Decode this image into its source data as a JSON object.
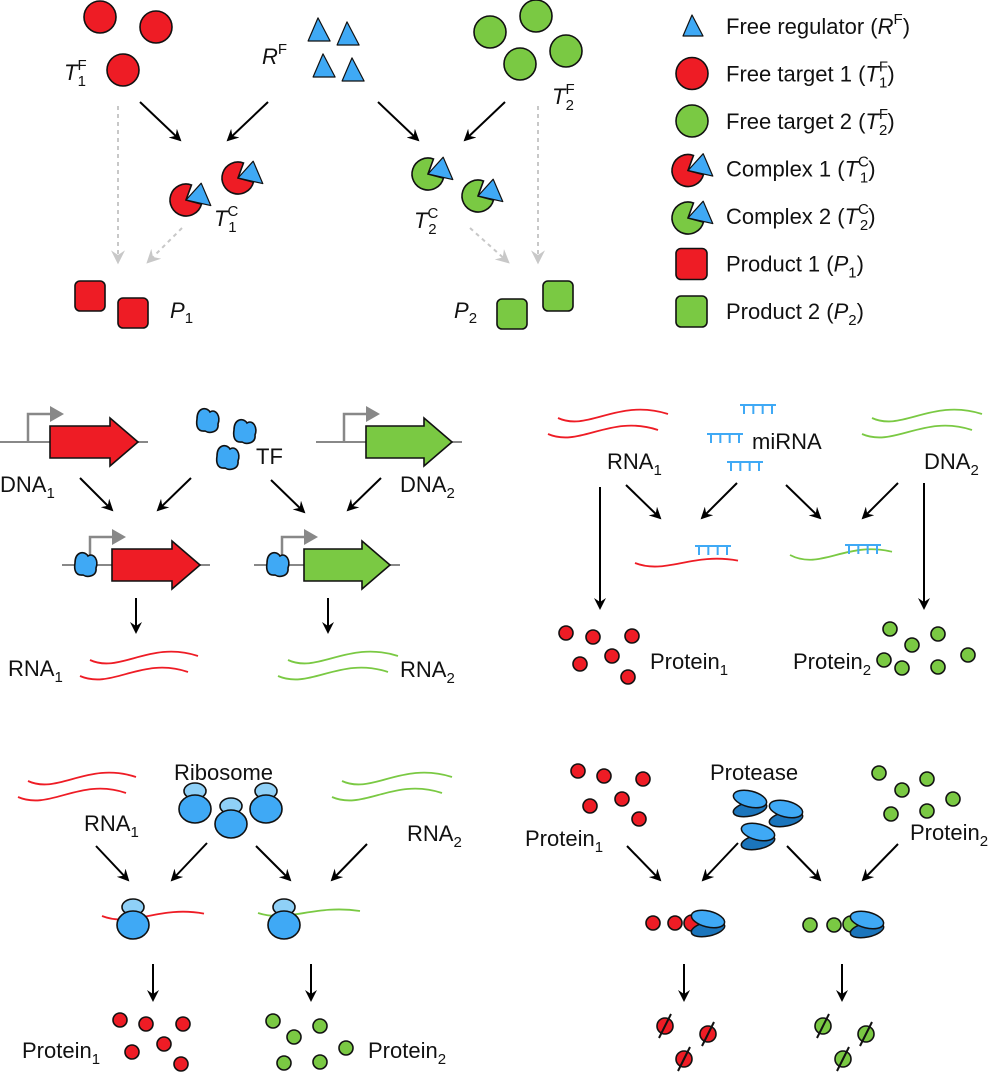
{
  "colors": {
    "red": "#ee1c25",
    "green": "#7ac943",
    "blue": "#3fa9f5",
    "blue_light": "#8fd0f7",
    "blue_dark": "#1b75bc",
    "gray": "#888888",
    "dashed_gray": "#c8c8c8",
    "outline": "#111111"
  },
  "panel_a": {
    "labels": {
      "t1f": {
        "base": "T",
        "sub": "1",
        "sup": "F"
      },
      "t2f": {
        "base": "T",
        "sub": "2",
        "sup": "F"
      },
      "rf": {
        "base": "R",
        "sup": "F"
      },
      "t1c": {
        "base": "T",
        "sub": "1",
        "sup": "C"
      },
      "t2c": {
        "base": "T",
        "sub": "2",
        "sup": "C"
      },
      "p1": {
        "base": "P",
        "sub": "1"
      },
      "p2": {
        "base": "P",
        "sub": "2"
      }
    },
    "counts": {
      "free_target_1": 3,
      "free_target_2": 4,
      "free_regulator": 4,
      "complex_1": 2,
      "complex_2": 2,
      "product_1": 2,
      "product_2": 2
    },
    "legend": [
      {
        "icon": "triangle-regulator-icon",
        "text": "Free regulator (",
        "sym": "R",
        "sup": "F",
        "sub": "",
        "close": ")"
      },
      {
        "icon": "red-circle-icon",
        "text": "Free target 1 (",
        "sym": "T",
        "sup": "F",
        "sub": "1",
        "close": ")"
      },
      {
        "icon": "green-circle-icon",
        "text": "Free target 2 (",
        "sym": "T",
        "sup": "F",
        "sub": "2",
        "close": ")"
      },
      {
        "icon": "red-complex-icon",
        "text": "Complex 1 (",
        "sym": "T",
        "sup": "C",
        "sub": "1",
        "close": ")"
      },
      {
        "icon": "green-complex-icon",
        "text": "Complex 2 (",
        "sym": "T",
        "sup": "C",
        "sub": "2",
        "close": ")"
      },
      {
        "icon": "red-square-icon",
        "text": "Product 1 (",
        "sym": "P",
        "sup": "",
        "sub": "1",
        "close": ")"
      },
      {
        "icon": "green-square-icon",
        "text": "Product 2 (",
        "sym": "P",
        "sup": "",
        "sub": "2",
        "close": ")"
      }
    ]
  },
  "panel_transcription": {
    "dna1": {
      "base": "DNA",
      "sub": "1"
    },
    "dna2": {
      "base": "DNA",
      "sub": "2"
    },
    "tf": "TF",
    "rna1": {
      "base": "RNA",
      "sub": "1"
    },
    "rna2": {
      "base": "RNA",
      "sub": "2"
    },
    "tf_count": 3
  },
  "panel_mirna": {
    "rna1": {
      "base": "RNA",
      "sub": "1"
    },
    "dna2": {
      "base": "DNA",
      "sub": "2"
    },
    "mirna": "miRNA",
    "protein1": {
      "base": "Protein",
      "sub": "1"
    },
    "protein2": {
      "base": "Protein",
      "sub": "2"
    },
    "mirna_count": 3,
    "protein1_count": 6,
    "protein2_count": 7
  },
  "panel_translation": {
    "ribosome": "Ribosome",
    "rna1": {
      "base": "RNA",
      "sub": "1"
    },
    "rna2": {
      "base": "RNA",
      "sub": "2"
    },
    "protein1": {
      "base": "Protein",
      "sub": "1"
    },
    "protein2": {
      "base": "Protein",
      "sub": "2"
    },
    "ribosome_count": 3,
    "protein1_count": 6,
    "protein2_count": 6
  },
  "panel_protease": {
    "protease": "Protease",
    "protein1": {
      "base": "Protein",
      "sub": "1"
    },
    "protein2": {
      "base": "Protein",
      "sub": "2"
    },
    "protease_count": 3,
    "protein1_count": 6,
    "protein2_count": 6,
    "degraded_count": 3
  }
}
